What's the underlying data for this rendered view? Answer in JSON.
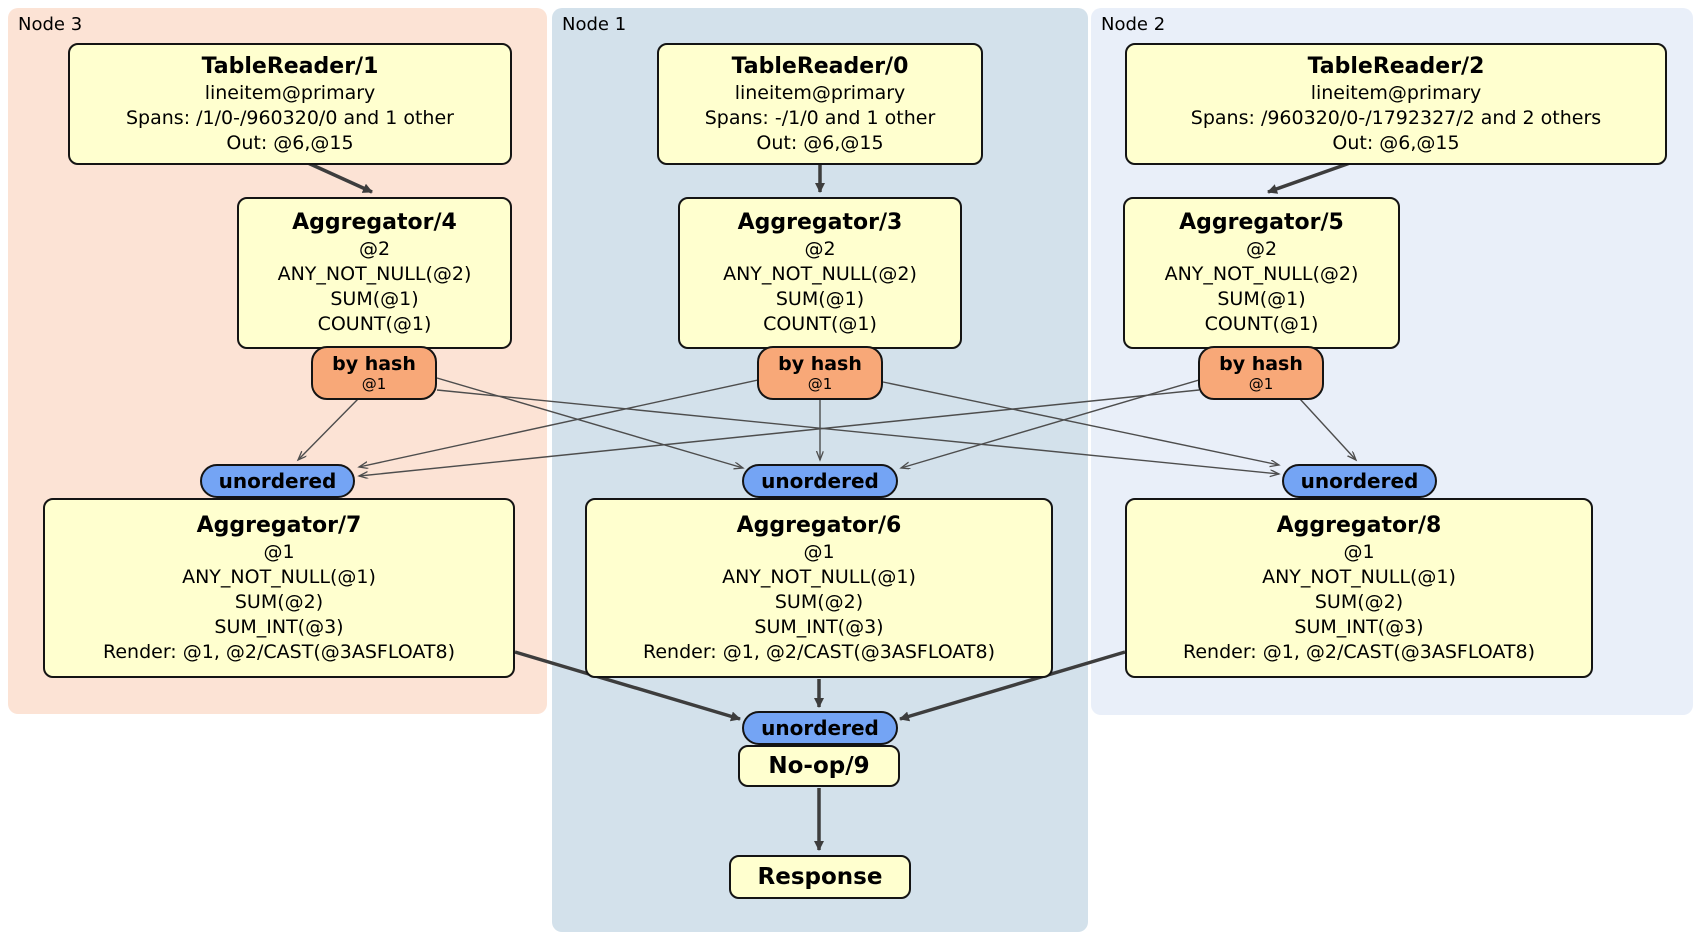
{
  "clusters": [
    {
      "id": "node3",
      "label": "Node 3"
    },
    {
      "id": "node1",
      "label": "Node 1"
    },
    {
      "id": "node2",
      "label": "Node 2"
    }
  ],
  "nodes": {
    "tr1": {
      "title": "TableReader/1",
      "lines": [
        "lineitem@primary",
        "Spans: /1/0-/960320/0 and 1 other",
        "Out: @6,@15"
      ]
    },
    "tr0": {
      "title": "TableReader/0",
      "lines": [
        "lineitem@primary",
        "Spans: -/1/0 and 1 other",
        "Out: @6,@15"
      ]
    },
    "tr2": {
      "title": "TableReader/2",
      "lines": [
        "lineitem@primary",
        "Spans: /960320/0-/1792327/2 and 2 others",
        "Out: @6,@15"
      ]
    },
    "agg4": {
      "title": "Aggregator/4",
      "lines": [
        "@2",
        "ANY_NOT_NULL(@2)",
        "SUM(@1)",
        "COUNT(@1)"
      ]
    },
    "agg3": {
      "title": "Aggregator/3",
      "lines": [
        "@2",
        "ANY_NOT_NULL(@2)",
        "SUM(@1)",
        "COUNT(@1)"
      ]
    },
    "agg5": {
      "title": "Aggregator/5",
      "lines": [
        "@2",
        "ANY_NOT_NULL(@2)",
        "SUM(@1)",
        "COUNT(@1)"
      ]
    },
    "agg7": {
      "title": "Aggregator/7",
      "lines": [
        "@1",
        "ANY_NOT_NULL(@1)",
        "SUM(@2)",
        "SUM_INT(@3)",
        "Render: @1, @2/CAST(@3ASFLOAT8)"
      ]
    },
    "agg6": {
      "title": "Aggregator/6",
      "lines": [
        "@1",
        "ANY_NOT_NULL(@1)",
        "SUM(@2)",
        "SUM_INT(@3)",
        "Render: @1, @2/CAST(@3ASFLOAT8)"
      ]
    },
    "agg8": {
      "title": "Aggregator/8",
      "lines": [
        "@1",
        "ANY_NOT_NULL(@1)",
        "SUM(@2)",
        "SUM_INT(@3)",
        "Render: @1, @2/CAST(@3ASFLOAT8)"
      ]
    },
    "noop": {
      "title": "No-op/9"
    },
    "resp": {
      "title": "Response"
    }
  },
  "routers": {
    "bh4": {
      "label": "by hash",
      "detail": "@1"
    },
    "bh3": {
      "label": "by hash",
      "detail": "@1"
    },
    "bh5": {
      "label": "by hash",
      "detail": "@1"
    }
  },
  "syncs": {
    "sy7": {
      "label": "unordered"
    },
    "sy6": {
      "label": "unordered"
    },
    "sy8": {
      "label": "unordered"
    },
    "syf": {
      "label": "unordered"
    }
  },
  "edges": [
    {
      "from": "tr1",
      "to": "agg4",
      "kind": "thick"
    },
    {
      "from": "tr0",
      "to": "agg3",
      "kind": "thick"
    },
    {
      "from": "tr2",
      "to": "agg5",
      "kind": "thick"
    },
    {
      "from": "bh4",
      "to": "sy7",
      "kind": "thin"
    },
    {
      "from": "bh4",
      "to": "sy6",
      "kind": "thin"
    },
    {
      "from": "bh4",
      "to": "sy8",
      "kind": "thin"
    },
    {
      "from": "bh3",
      "to": "sy7",
      "kind": "thin"
    },
    {
      "from": "bh3",
      "to": "sy6",
      "kind": "thin"
    },
    {
      "from": "bh3",
      "to": "sy8",
      "kind": "thin"
    },
    {
      "from": "bh5",
      "to": "sy7",
      "kind": "thin"
    },
    {
      "from": "bh5",
      "to": "sy6",
      "kind": "thin"
    },
    {
      "from": "bh5",
      "to": "sy8",
      "kind": "thin"
    },
    {
      "from": "agg7",
      "to": "syf",
      "kind": "thick"
    },
    {
      "from": "agg6",
      "to": "syf",
      "kind": "thick"
    },
    {
      "from": "agg8",
      "to": "syf",
      "kind": "thick"
    },
    {
      "from": "noop",
      "to": "resp",
      "kind": "thick"
    }
  ],
  "colors": {
    "cluster_node3": "#fce3d5",
    "cluster_node1": "#d3e1eb",
    "cluster_node2": "#e9eff9",
    "processor_fill": "#ffffcf",
    "router_fill": "#f8a878",
    "sync_fill": "#74a4f4",
    "edge_thin": "#4d4d4d",
    "edge_thick": "#3d3d3d"
  }
}
